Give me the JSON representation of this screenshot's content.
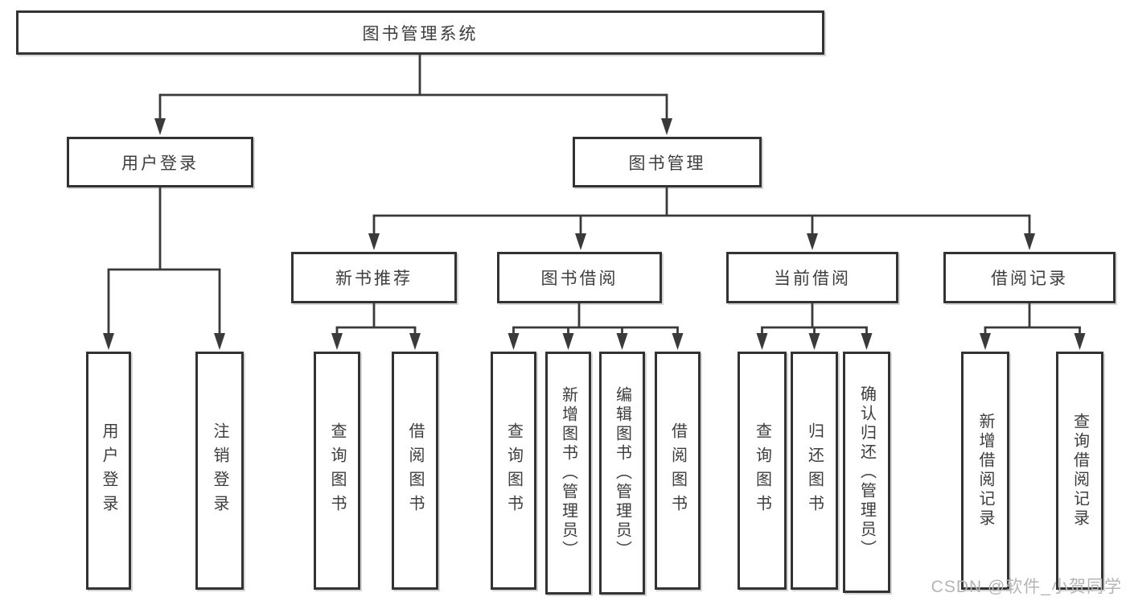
{
  "title": "图书管理系统",
  "watermark": "CSDN @软件_小贺同学",
  "colors": {
    "line": "#3a3a3a",
    "border": "#333333",
    "text": "#3d3d3d",
    "watermark": "#b5b5b5",
    "background": "#ffffff"
  },
  "nodes": {
    "root": "图书管理系统",
    "user_login": "用户登录",
    "book_mgmt": "图书管理",
    "new_book_rec": "新书推荐",
    "book_borrow": "图书借阅",
    "current_borrow": "当前借阅",
    "borrow_record": "借阅记录",
    "ul_user_login": "用户登录",
    "ul_logout": "注销登录",
    "nb_query_book": "查询图书",
    "nb_borrow_book": "借阅图书",
    "bb_query_book": "查询图书",
    "bb_add_book": "新增图书（管理员）",
    "bb_edit_book": "编辑图书（管理员）",
    "bb_borrow_book": "借阅图书",
    "cb_query_book": "查询图书",
    "cb_return_book": "归还图书",
    "cb_confirm_return": "确认归还（管理员）",
    "br_add_record": "新增借阅记录",
    "br_query_record": "查询借阅记录"
  },
  "hierarchy": {
    "图书管理系统": {
      "用户登录": [
        "用户登录",
        "注销登录"
      ],
      "图书管理": {
        "新书推荐": [
          "查询图书",
          "借阅图书"
        ],
        "图书借阅": [
          "查询图书",
          "新增图书（管理员）",
          "编辑图书（管理员）",
          "借阅图书"
        ],
        "当前借阅": [
          "查询图书",
          "归还图书",
          "确认归还（管理员）"
        ],
        "借阅记录": [
          "新增借阅记录",
          "查询借阅记录"
        ]
      }
    }
  }
}
